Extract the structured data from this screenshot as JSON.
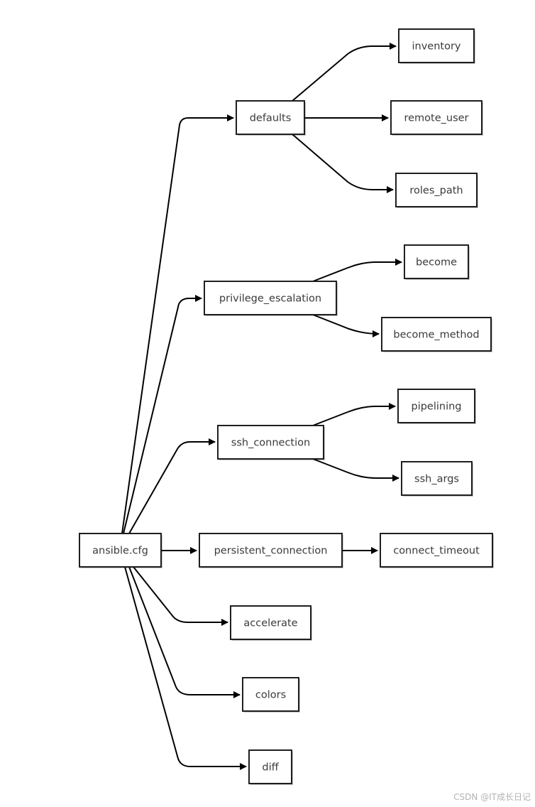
{
  "diagram": {
    "nodes": [
      {
        "id": "ansible_cfg",
        "label": "ansible.cfg"
      },
      {
        "id": "defaults",
        "label": "defaults"
      },
      {
        "id": "privilege_escalation",
        "label": "privilege_escalation"
      },
      {
        "id": "ssh_connection",
        "label": "ssh_connection"
      },
      {
        "id": "persistent_connection",
        "label": "persistent_connection"
      },
      {
        "id": "accelerate",
        "label": "accelerate"
      },
      {
        "id": "colors",
        "label": "colors"
      },
      {
        "id": "diff",
        "label": "diff"
      },
      {
        "id": "inventory",
        "label": "inventory"
      },
      {
        "id": "remote_user",
        "label": "remote_user"
      },
      {
        "id": "roles_path",
        "label": "roles_path"
      },
      {
        "id": "become",
        "label": "become"
      },
      {
        "id": "become_method",
        "label": "become_method"
      },
      {
        "id": "pipelining",
        "label": "pipelining"
      },
      {
        "id": "ssh_args",
        "label": "ssh_args"
      },
      {
        "id": "connect_timeout",
        "label": "connect_timeout"
      }
    ],
    "edges": [
      {
        "from": "ansible_cfg",
        "to": "defaults"
      },
      {
        "from": "ansible_cfg",
        "to": "privilege_escalation"
      },
      {
        "from": "ansible_cfg",
        "to": "ssh_connection"
      },
      {
        "from": "ansible_cfg",
        "to": "persistent_connection"
      },
      {
        "from": "ansible_cfg",
        "to": "accelerate"
      },
      {
        "from": "ansible_cfg",
        "to": "colors"
      },
      {
        "from": "ansible_cfg",
        "to": "diff"
      },
      {
        "from": "defaults",
        "to": "inventory"
      },
      {
        "from": "defaults",
        "to": "remote_user"
      },
      {
        "from": "defaults",
        "to": "roles_path"
      },
      {
        "from": "privilege_escalation",
        "to": "become"
      },
      {
        "from": "privilege_escalation",
        "to": "become_method"
      },
      {
        "from": "ssh_connection",
        "to": "pipelining"
      },
      {
        "from": "ssh_connection",
        "to": "ssh_args"
      },
      {
        "from": "persistent_connection",
        "to": "connect_timeout"
      }
    ]
  },
  "watermark": "CSDN @IT成长日记"
}
